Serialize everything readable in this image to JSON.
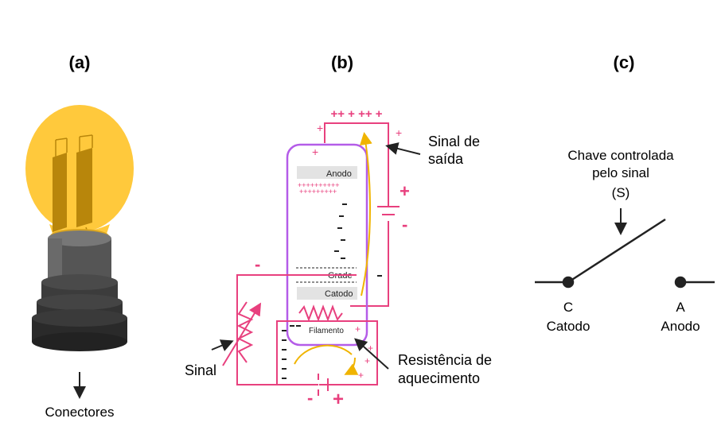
{
  "panels": {
    "a": {
      "label": "(a)",
      "connectors_label": "Conectores"
    },
    "b": {
      "label": "(b)",
      "anode_label": "Anodo",
      "grid_label": "Grade",
      "cathode_label": "Catodo",
      "filament_label": "Filamento",
      "output_signal_line1": "Sinal de",
      "output_signal_line2": "saída",
      "heating_line1": "Resistência de",
      "heating_line2": "aquecimento",
      "input_signal_label": "Sinal",
      "plus_sign": "+",
      "minus_sign": "-",
      "top_charges": "++ + ++ +",
      "anode_charges_row1": "++++++++++",
      "anode_charges_row2": "+++++++++"
    },
    "c": {
      "label": "(c)",
      "switch_line1": "Chave controlada",
      "switch_line2": "pelo sinal",
      "switch_line3": "(S)",
      "cathode_letter": "C",
      "cathode_label": "Catodo",
      "anode_letter": "A",
      "anode_label": "Anodo"
    }
  },
  "colors": {
    "circuit_pink": "#e8407e",
    "tube_purple": "#b45ce8",
    "electron_flow_yellow": "#f0b400",
    "bulb_yellow": "#ffc93c",
    "plate_gold": "#b8860b",
    "base_dark": "#2f2f2f",
    "electrode_gray": "#e3e3e3"
  }
}
